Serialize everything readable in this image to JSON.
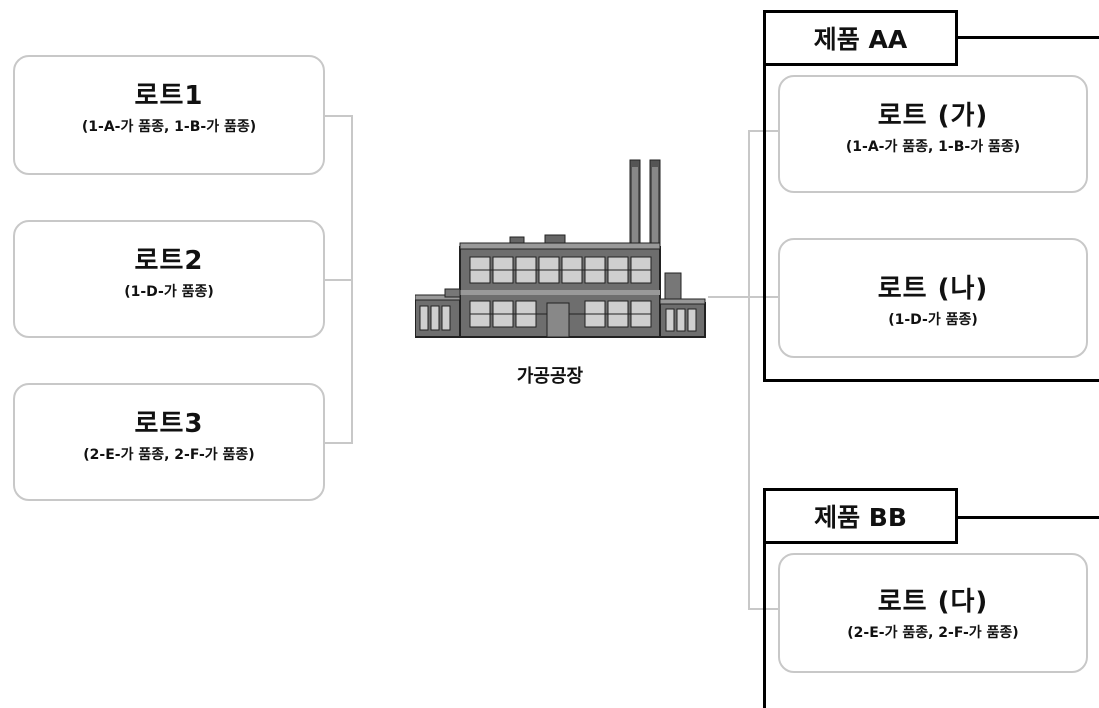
{
  "source_lots": [
    {
      "name": "로트1",
      "detail": "(1-A-가 품종, 1-B-가 품종)"
    },
    {
      "name": "로트2",
      "detail": "(1-D-가 품종)"
    },
    {
      "name": "로트3",
      "detail": "(2-E-가 품종, 2-F-가 품종)"
    }
  ],
  "plant": {
    "label": "가공공장",
    "icon": "factory-icon"
  },
  "products": [
    {
      "title": "제품 AA",
      "lots": [
        {
          "name": "로트 (가)",
          "detail": "(1-A-가 품종, 1-B-가 품종)"
        },
        {
          "name": "로트 (나)",
          "detail": "(1-D-가 품종)"
        }
      ]
    },
    {
      "title": "제품 BB",
      "lots": [
        {
          "name": "로트 (다)",
          "detail": "(2-E-가 품종, 2-F-가 품종)"
        }
      ]
    }
  ]
}
